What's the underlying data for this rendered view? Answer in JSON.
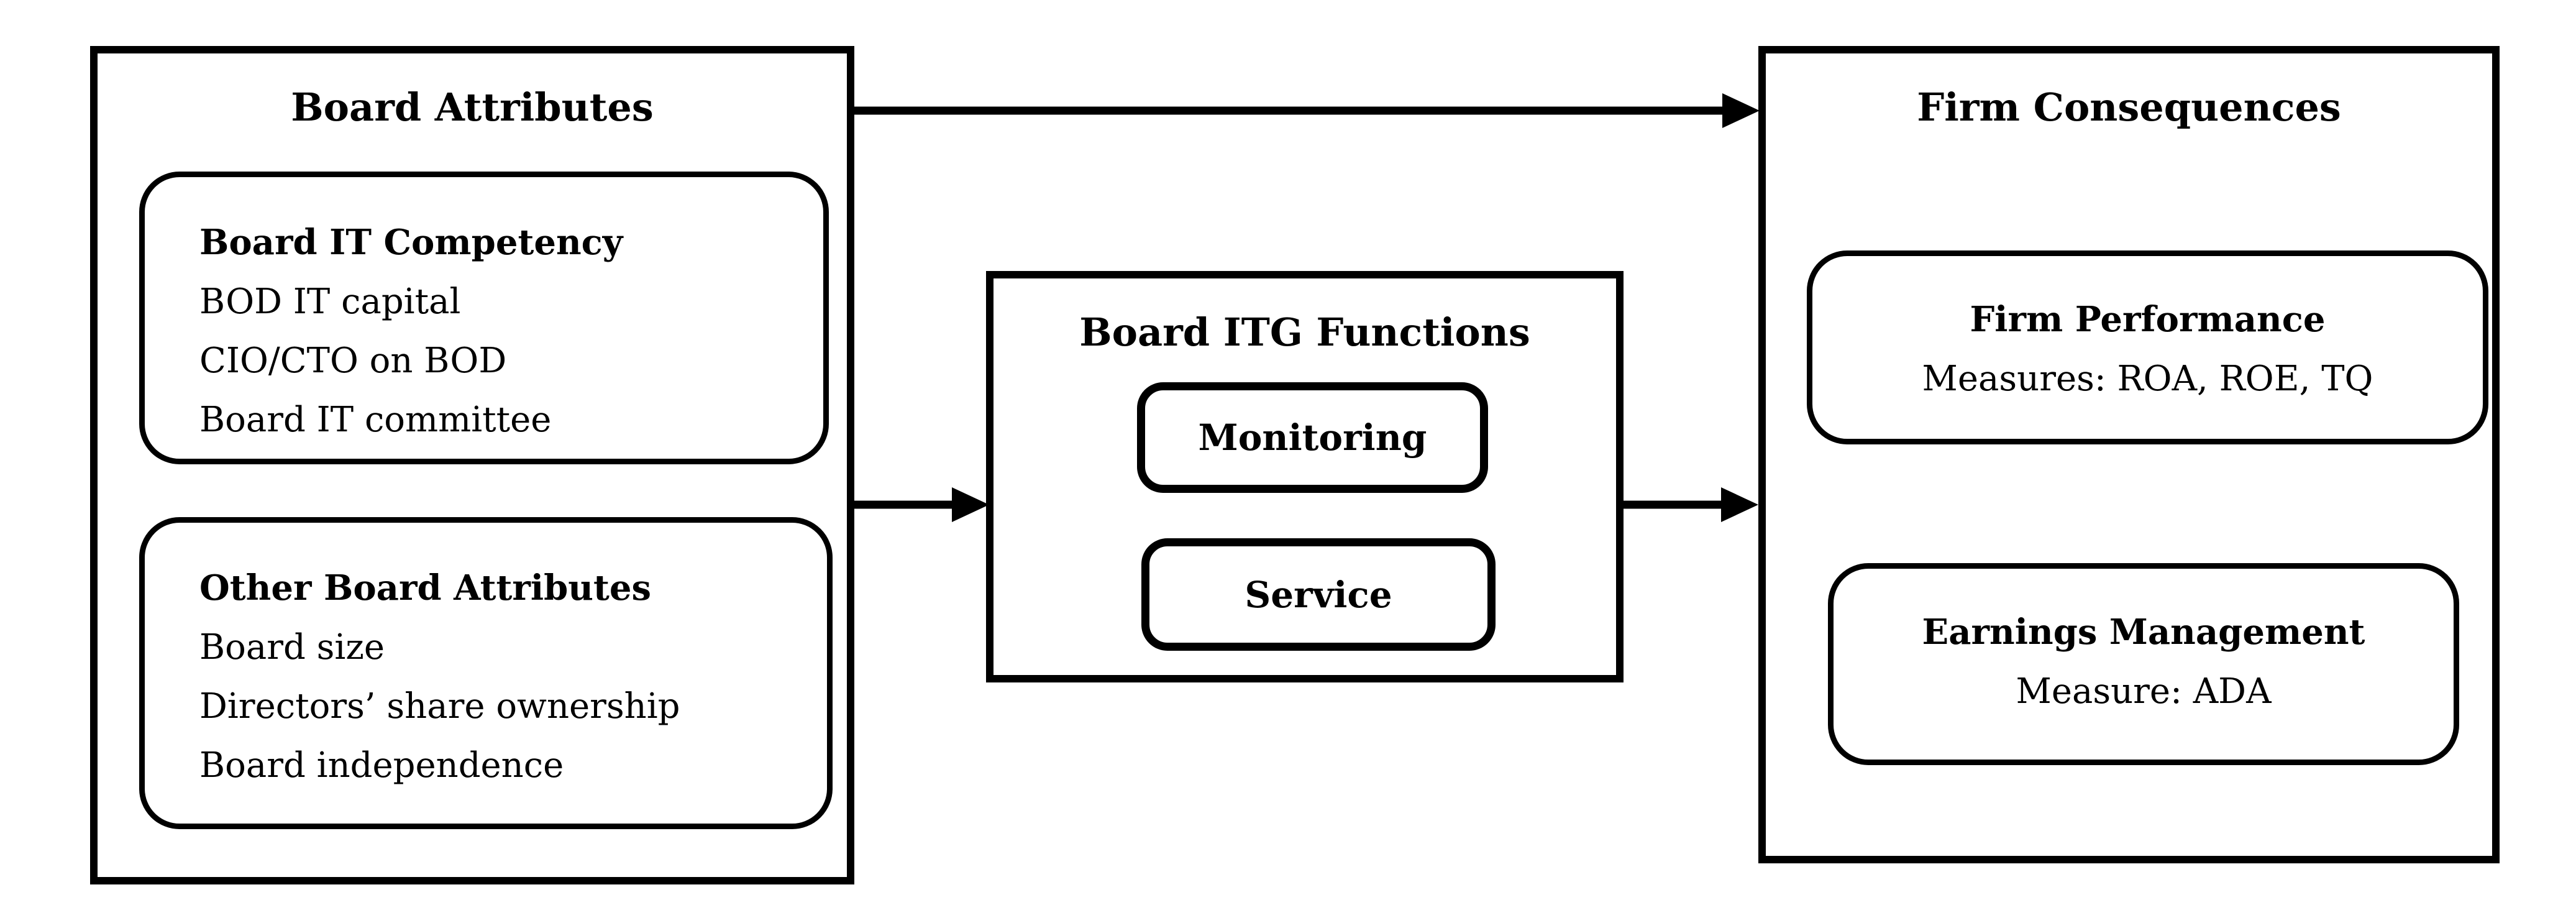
{
  "diagram": {
    "left_box": {
      "title": "Board Attributes",
      "groups": [
        {
          "heading": "Board IT Competency",
          "items": [
            "BOD IT capital",
            "CIO/CTO on BOD",
            "Board IT committee"
          ]
        },
        {
          "heading": "Other Board Attributes",
          "items": [
            "Board size",
            "Directors’ share ownership",
            "Board independence"
          ]
        }
      ]
    },
    "middle_box": {
      "title": "Board ITG Functions",
      "functions": [
        "Monitoring",
        "Service"
      ]
    },
    "right_box": {
      "title": "Firm Consequences",
      "outcomes": [
        {
          "heading": "Firm Performance",
          "detail": "Measures: ROA, ROE, TQ"
        },
        {
          "heading": "Earnings Management",
          "detail": "Measure: ADA"
        }
      ]
    },
    "arrows": [
      {
        "name": "board-attributes-to-firm-consequences"
      },
      {
        "name": "board-attributes-to-board-itg-functions"
      },
      {
        "name": "board-itg-functions-to-firm-consequences"
      }
    ],
    "colors": {
      "line": "#000000",
      "background": "#ffffff"
    }
  }
}
